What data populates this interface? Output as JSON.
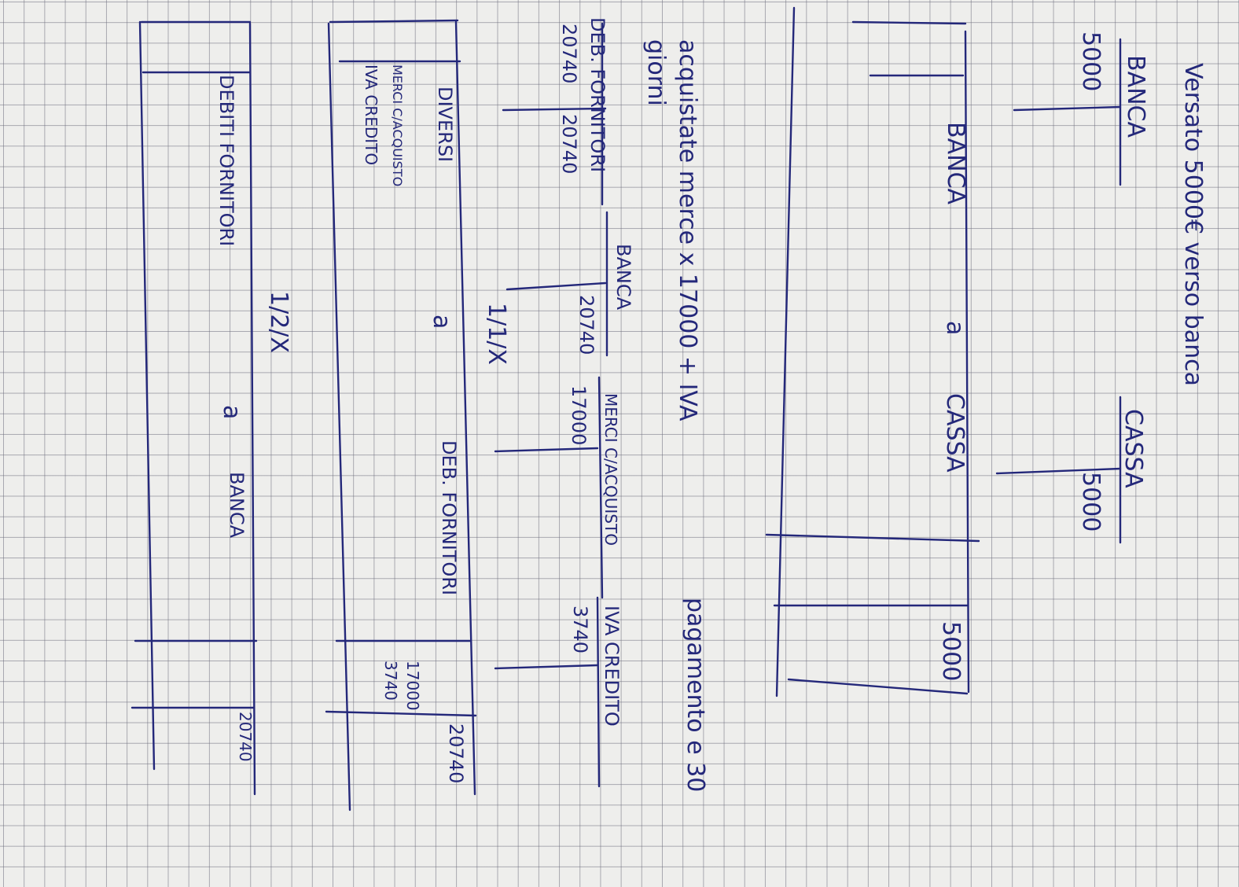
{
  "note": {
    "header": "Versato 5000€ verso banca",
    "entry1": {
      "left_account": "BANCA",
      "left_amount": "5000",
      "right_account": "CASSA",
      "right_amount": "5000"
    },
    "journal1": {
      "debit": "BANCA",
      "connector": "a",
      "credit": "CASSA",
      "amount": "5000"
    },
    "header2": "pagamento e 30 giorni",
    "header2_line1": "acquistate merce x 17000 + IVA",
    "header2_line2": "pagamento e 30",
    "header2_line3": "giorni",
    "tacc_banca": {
      "title": "BANCA",
      "amount": "20740"
    },
    "tacc_merci": {
      "title": "MERCI C/ACQUISTO",
      "amount": "17000"
    },
    "tacc_iva": {
      "title": "IVA CREDITO",
      "amount": "3740"
    },
    "tacc_deb": {
      "title": "DEB. FORNITORI",
      "left": "20740",
      "right": "20740"
    },
    "date1": "1/1/X",
    "journal2": {
      "debit": "DIVERSI",
      "sub1": "MERCI C/ACQUISTO",
      "sub2": "IVA CREDITO",
      "connector": "a",
      "credit": "DEB. FORNITORI",
      "amount_a": "17000",
      "amount_b": "3740",
      "total": "20740"
    },
    "date2": "1/2/X",
    "journal3": {
      "debit": "DEBITI FORNITORI",
      "connector": "a",
      "credit": "BANCA",
      "amount": "20740"
    }
  }
}
